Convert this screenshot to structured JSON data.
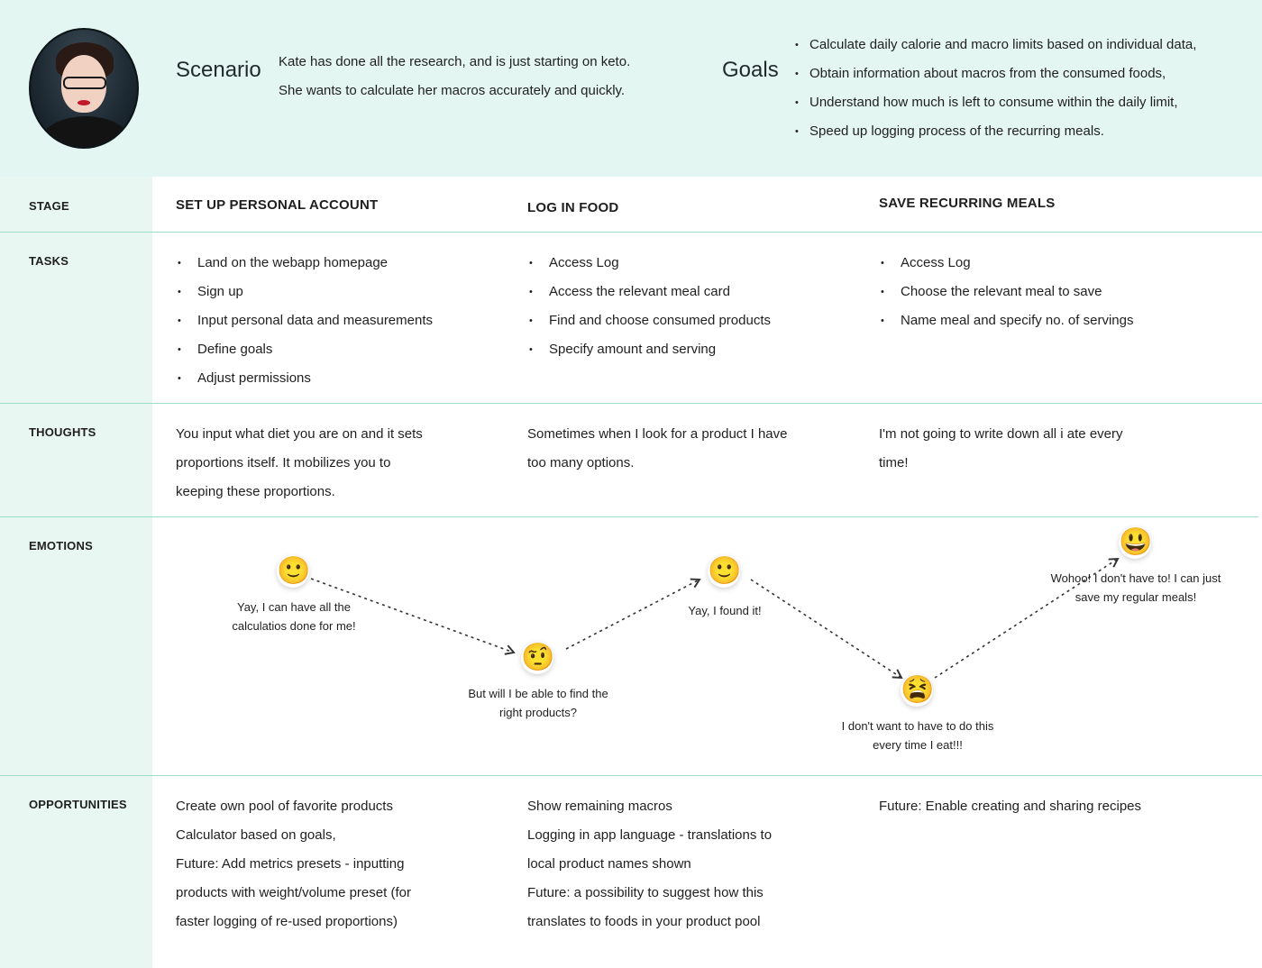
{
  "persona": {
    "scenario_title": "Scenario",
    "scenario_lines": [
      "Kate has done all the research, and is just starting on keto.",
      "She wants to calculate her macros accurately and quickly."
    ],
    "goals_title": "Goals",
    "goals": [
      "Calculate daily calorie and macro limits based on individual data,",
      "Obtain information about macros from the consumed foods,",
      "Understand how much is left to consume within the daily limit,",
      "Speed up logging process of the recurring meals."
    ]
  },
  "rows": {
    "stage": "STAGE",
    "tasks": "TASKS",
    "thoughts": "THOUGHTS",
    "emotions": "EMOTIONS",
    "opportunities": "OPPORTUNITIES"
  },
  "stages": [
    {
      "title": "SET UP PERSONAL ACCOUNT",
      "tasks": [
        "Land on the webapp homepage",
        "Sign up",
        "Input personal data and measurements",
        "Define goals",
        "Adjust permissions"
      ],
      "thought_lines": [
        "You input what diet you are on and it sets",
        "proportions itself. It mobilizes you to",
        "keeping these proportions."
      ],
      "opportunities": [
        "Create own pool of favorite products",
        "Calculator based on goals,",
        "Future: Add metrics presets - inputting",
        "products with weight/volume preset (for",
        "faster logging of re-used proportions)"
      ]
    },
    {
      "title": "LOG IN FOOD",
      "tasks": [
        "Access Log",
        "Access the relevant meal card",
        "Find and choose consumed products",
        "Specify amount and serving"
      ],
      "thought_lines": [
        "Sometimes when I look for a product I have",
        "too many options."
      ],
      "opportunities": [
        "Show remaining macros",
        "Logging in app language - translations to",
        "local product names shown",
        "Future: a possibility to suggest how this",
        "translates to foods in your product pool"
      ]
    },
    {
      "title": "SAVE RECURRING MEALS",
      "tasks": [
        "Access Log",
        "Choose the relevant meal to save",
        "Name meal and specify no. of servings"
      ],
      "thought_lines": [
        "I'm not going to write down all i ate every",
        "time!"
      ],
      "opportunities": [
        "Future: Enable creating and sharing recipes"
      ]
    }
  ],
  "emotions": [
    {
      "icon": "slightly-smiling-face-icon",
      "glyph": "🙂",
      "caption_lines": [
        "Yay, I can have all the",
        "calculatios done for me!"
      ]
    },
    {
      "icon": "raised-eyebrow-face-icon",
      "glyph": "🤨",
      "caption_lines": [
        "But will I be able to find the",
        "right products?"
      ]
    },
    {
      "icon": "slightly-smiling-face-icon",
      "glyph": "🙂",
      "caption_lines": [
        "Yay, I found it!"
      ]
    },
    {
      "icon": "tired-face-icon",
      "glyph": "😫",
      "caption_lines": [
        "I don't want to have to do this",
        "every time I eat!!!"
      ]
    },
    {
      "icon": "grinning-face-icon",
      "glyph": "😃",
      "caption_lines": [
        "Wohoo! I don't have to! I can just",
        "save my regular meals!"
      ]
    }
  ],
  "colors": {
    "header_bg": "#e4f6f1",
    "sidebar_bg": "#e9f7f2",
    "divider": "#9edccb",
    "emoji_yellow": "#f7c631"
  }
}
